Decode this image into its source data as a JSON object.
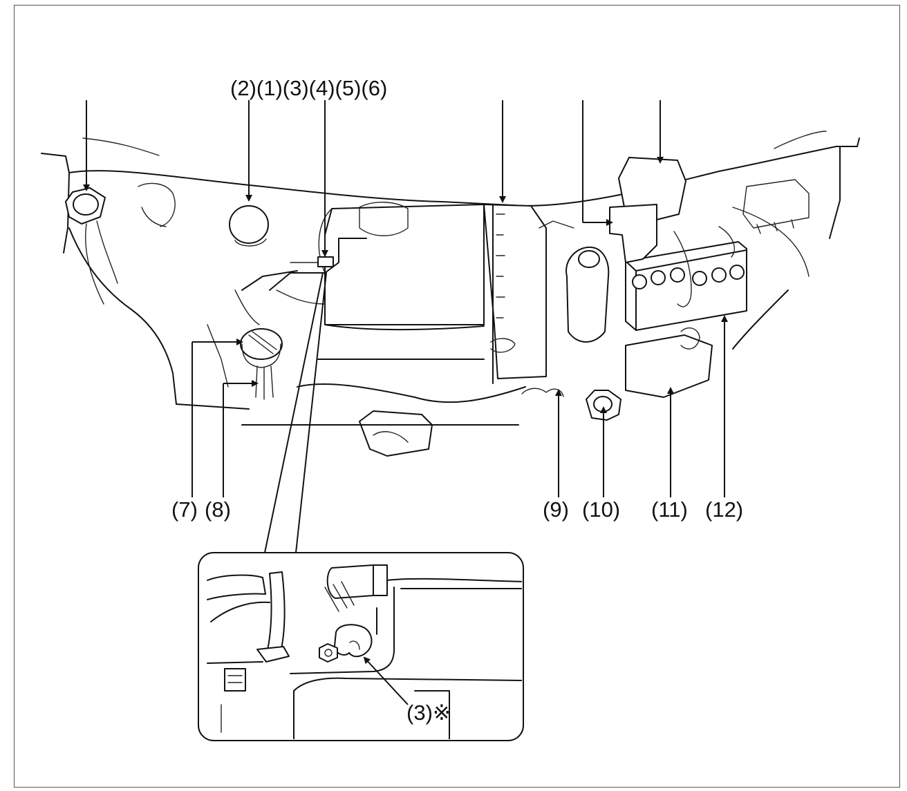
{
  "labels": {
    "top_group": "(2)(1)(3)(4)(5)(6)",
    "l7": "(7)",
    "l8": "(8)",
    "l9": "(9)",
    "l10": "(10)",
    "l11": "(11)",
    "l12": "(12)",
    "inset_callout": "(3)※"
  }
}
